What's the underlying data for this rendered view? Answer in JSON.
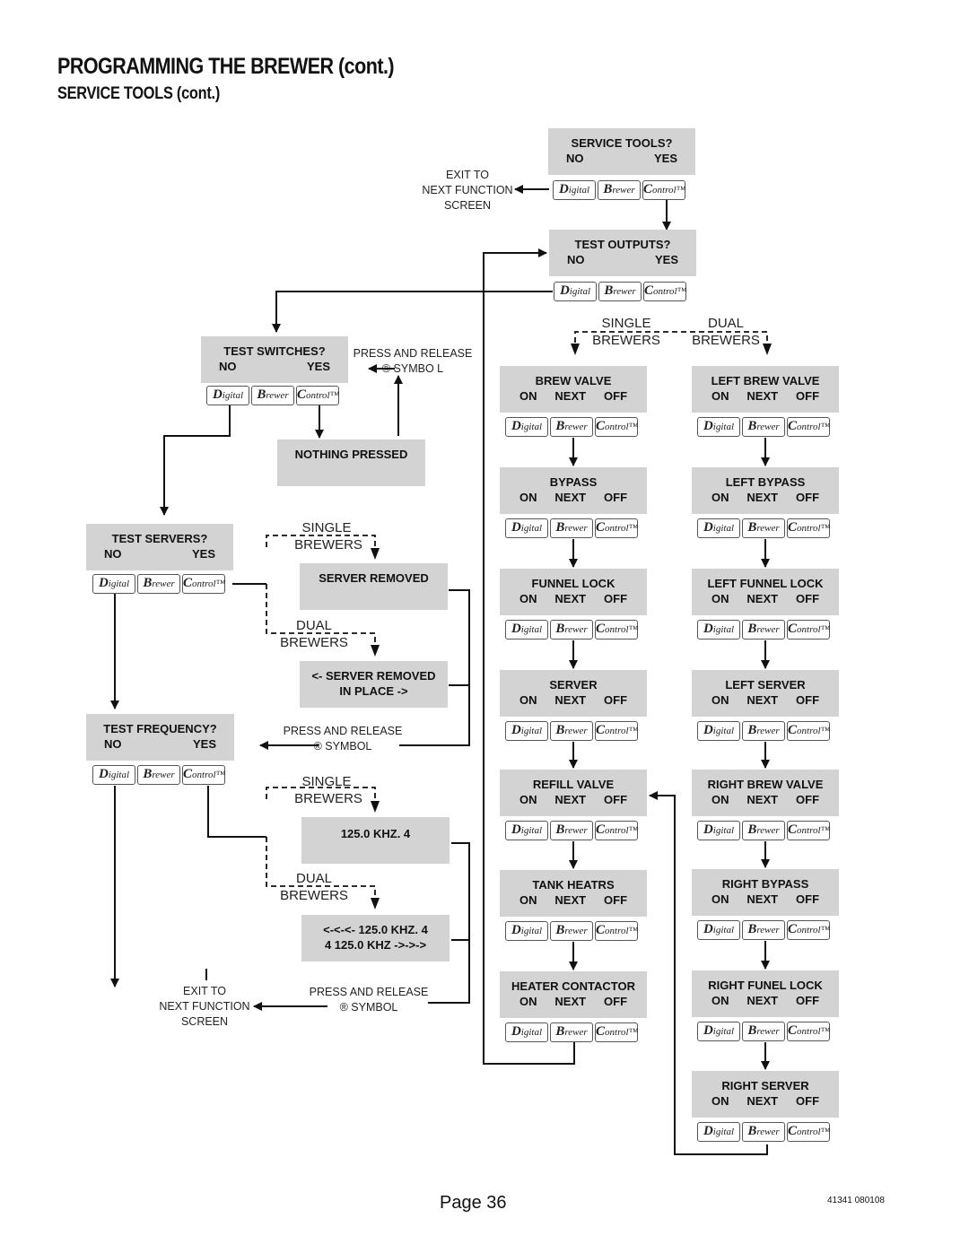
{
  "heading": {
    "title": "PROGRAMMING THE BREWER (cont.)",
    "subtitle": "SERVICE TOOLS (cont.)"
  },
  "keypad": {
    "d_initial": "D",
    "d_rest": "igital",
    "b_initial": "B",
    "b_rest": "rewer",
    "c_initial": "C",
    "c_rest": "ontrol™"
  },
  "labels": {
    "exit_top": [
      "EXIT TO",
      "NEXT FUNCTION",
      "SCREEN"
    ],
    "exit_bottom": [
      "EXIT TO",
      "NEXT FUNCTION",
      "SCREEN"
    ],
    "press_release_switches": [
      "PRESS AND RELEASE",
      "® SYMBO L"
    ],
    "press_release_servers": [
      "PRESS AND RELEASE",
      "® SYMBOL"
    ],
    "press_release_frequency": [
      "PRESS AND RELEASE",
      "® SYMBOL"
    ],
    "single": "SINGLE",
    "dual": "DUAL",
    "brewers": "BREWERS"
  },
  "screens": {
    "service_tools": {
      "title": "SERVICE TOOLS?",
      "left": "NO",
      "right": "YES"
    },
    "test_outputs": {
      "title": "TEST OUTPUTS?",
      "left": "NO",
      "right": "YES"
    },
    "test_switches": {
      "title": "TEST SWITCHES?",
      "left": "NO",
      "right": "YES"
    },
    "nothing_pressed": {
      "title": "NOTHING PRESSED"
    },
    "test_servers": {
      "title": "TEST SERVERS?",
      "left": "NO",
      "right": "YES"
    },
    "server_removed": {
      "title": "SERVER REMOVED"
    },
    "server_removed_dual": {
      "line1": "<- SERVER REMOVED",
      "line2": "IN PLACE ->"
    },
    "test_frequency": {
      "title": "TEST FREQUENCY?",
      "left": "NO",
      "right": "YES"
    },
    "freq_single": {
      "title": "125.0 KHZ.  4"
    },
    "freq_dual": {
      "line1": "<-<-<- 125.0 KHZ.  4",
      "line2": "4  125.0 KHZ ->->->"
    }
  },
  "single_outputs": [
    {
      "title": "BREW VALVE",
      "on": "ON",
      "next": "NEXT",
      "off": "OFF"
    },
    {
      "title": "BYPASS",
      "on": "ON",
      "next": "NEXT",
      "off": "OFF"
    },
    {
      "title": "FUNNEL LOCK",
      "on": "ON",
      "next": "NEXT",
      "off": "OFF"
    },
    {
      "title": "SERVER",
      "on": "ON",
      "next": "NEXT",
      "off": "OFF"
    },
    {
      "title": "REFILL VALVE",
      "on": "ON",
      "next": "NEXT",
      "off": "OFF"
    },
    {
      "title": "TANK HEATRS",
      "on": "ON",
      "next": "NEXT",
      "off": "OFF"
    },
    {
      "title": "HEATER CONTACTOR",
      "on": "ON",
      "next": "NEXT",
      "off": "OFF"
    }
  ],
  "dual_outputs": [
    {
      "title": "LEFT BREW VALVE",
      "on": "ON",
      "next": "NEXT",
      "off": "OFF"
    },
    {
      "title": "LEFT BYPASS",
      "on": "ON",
      "next": "NEXT",
      "off": "OFF"
    },
    {
      "title": "LEFT FUNNEL LOCK",
      "on": "ON",
      "next": "NEXT",
      "off": "OFF"
    },
    {
      "title": "LEFT SERVER",
      "on": "ON",
      "next": "NEXT",
      "off": "OFF"
    },
    {
      "title": "RIGHT BREW VALVE",
      "on": "ON",
      "next": "NEXT",
      "off": "OFF"
    },
    {
      "title": "RIGHT BYPASS",
      "on": "ON",
      "next": "NEXT",
      "off": "OFF"
    },
    {
      "title": "RIGHT FUNEL LOCK",
      "on": "ON",
      "next": "NEXT",
      "off": "OFF"
    },
    {
      "title": "RIGHT SERVER",
      "on": "ON",
      "next": "NEXT",
      "off": "OFF"
    }
  ],
  "footer": {
    "page": "Page 36",
    "doc_number": "41341 080108"
  }
}
